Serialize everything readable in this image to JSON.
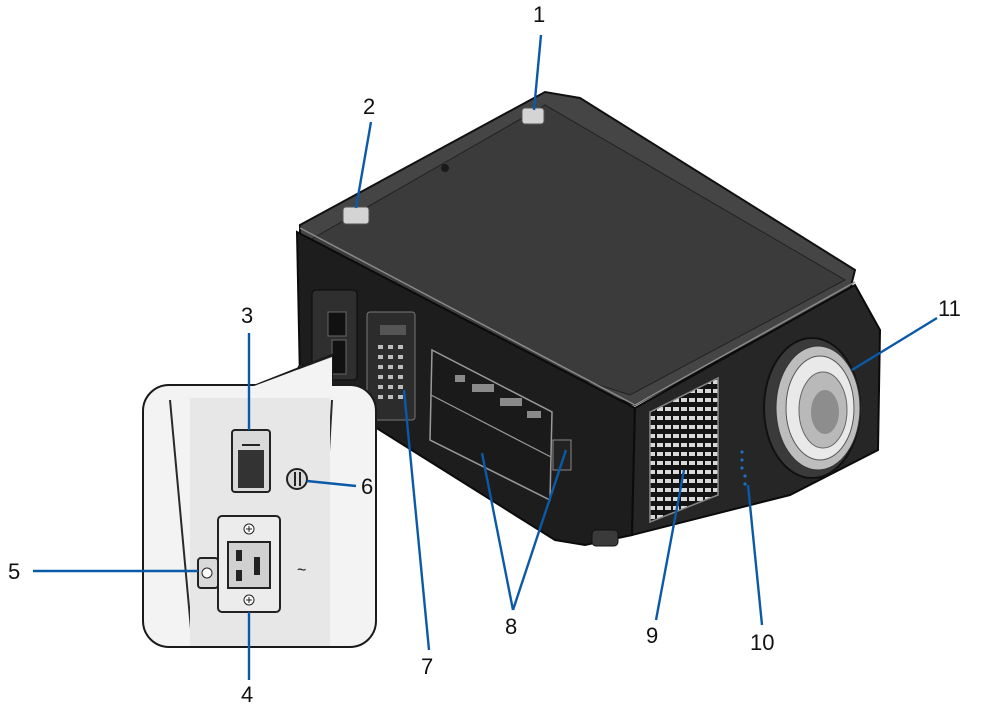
{
  "diagram": {
    "callouts": [
      {
        "id": "1",
        "label": "1"
      },
      {
        "id": "2",
        "label": "2"
      },
      {
        "id": "3",
        "label": "3"
      },
      {
        "id": "4",
        "label": "4"
      },
      {
        "id": "5",
        "label": "5"
      },
      {
        "id": "6",
        "label": "6"
      },
      {
        "id": "7",
        "label": "7"
      },
      {
        "id": "8",
        "label": "8"
      },
      {
        "id": "9",
        "label": "9"
      },
      {
        "id": "10",
        "label": "10"
      },
      {
        "id": "11",
        "label": "11"
      }
    ],
    "colors": {
      "leader": "#0a5aa8",
      "body": "#2a2a2a",
      "body_dark": "#121212",
      "inset_bg": "#f3f3f3"
    }
  }
}
